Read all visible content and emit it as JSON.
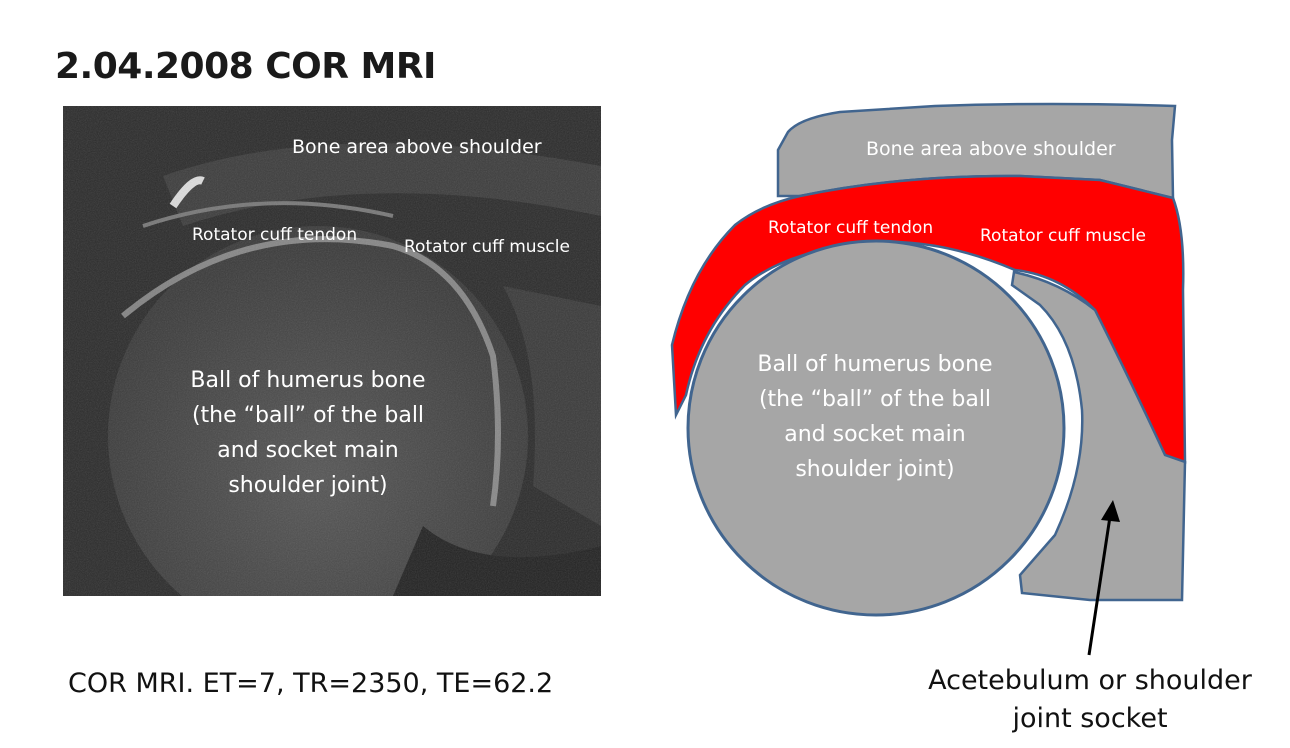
{
  "title": "2.04.2008  COR MRI",
  "caption": "COR MRI.  ET=7, TR=2350, TE=62.2",
  "mri_labels": {
    "bone_above": "Bone area above shoulder",
    "rc_tendon": "Rotator cuff tendon",
    "rc_muscle": "Rotator cuff muscle",
    "ball_lines": [
      "Ball of humerus bone",
      "(the “ball” of the ball",
      "and socket main",
      "shoulder joint)"
    ]
  },
  "diagram_labels": {
    "bone_above": "Bone area above shoulder",
    "rc_tendon": "Rotator cuff tendon",
    "rc_muscle": "Rotator cuff muscle",
    "ball_lines": [
      "Ball of humerus bone",
      "(the “ball” of the ball",
      "and socket main",
      "shoulder joint)"
    ],
    "socket_lines": [
      "Acetebulum or shoulder",
      "joint socket"
    ]
  },
  "colors": {
    "bone_fill": "#a6a6a6",
    "outline": "#41658f",
    "cuff_red": "#ff0000"
  }
}
